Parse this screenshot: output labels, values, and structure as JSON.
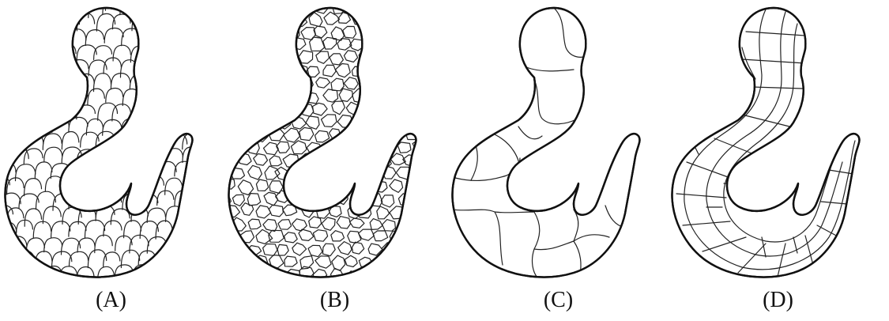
{
  "panels": [
    {
      "label": "(A)",
      "structure": "fine-equiaxed"
    },
    {
      "label": "(B)",
      "structure": "fine-equiaxed-alt"
    },
    {
      "label": "(C)",
      "structure": "coarse-grains"
    },
    {
      "label": "(D)",
      "structure": "flow-lines"
    }
  ],
  "colors": {
    "stroke": "#111111",
    "fill": "#ffffff"
  }
}
